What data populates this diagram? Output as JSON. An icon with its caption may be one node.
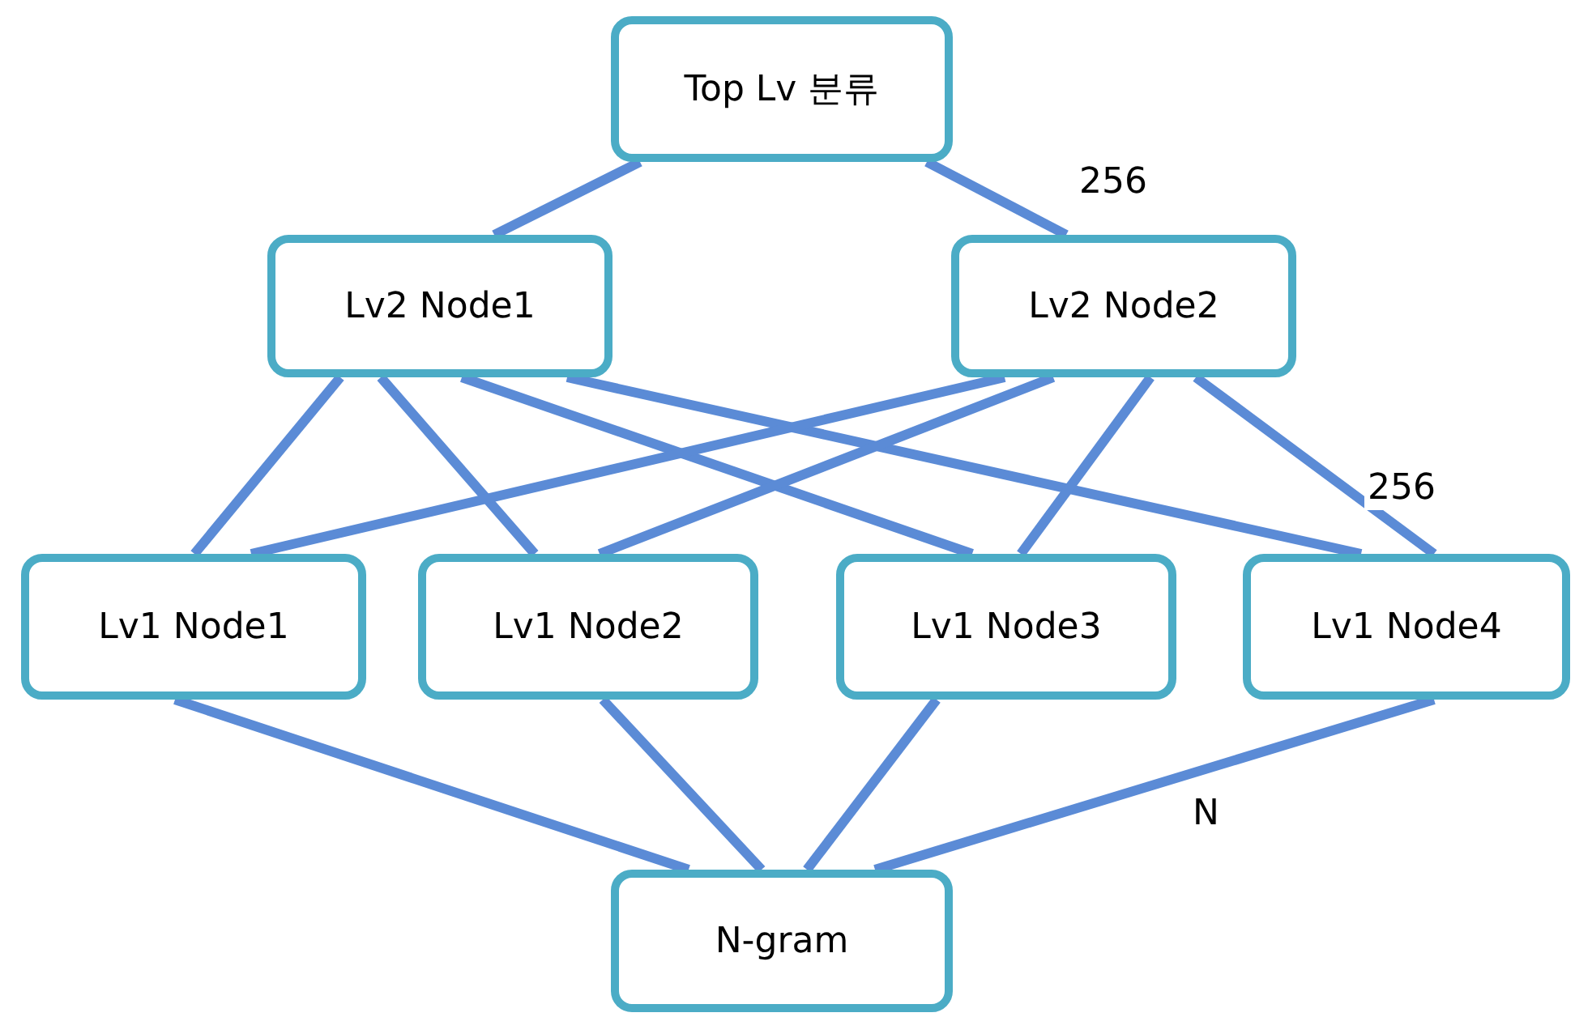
{
  "diagram": {
    "nodes": [
      {
        "text": [
          "Top Lv 분류"
        ]
      },
      {
        "text": [
          "Lv2 Node1"
        ]
      },
      {
        "text": [
          "Lv2 Node2"
        ]
      },
      {
        "text": [
          "Lv1 Node1"
        ]
      },
      {
        "text": [
          "Lv1 Node2"
        ]
      },
      {
        "text": [
          "Lv1 Node3"
        ]
      },
      {
        "text": [
          "Lv1 Node4"
        ]
      },
      {
        "text": [
          "N-gram"
        ]
      }
    ],
    "edges": [
      {
        "from": 0,
        "to": 1,
        "arrow": "none"
      },
      {
        "from": 0,
        "to": 2,
        "arrow": "none",
        "label": "256"
      },
      {
        "from": 1,
        "to": 3,
        "arrow": "none"
      },
      {
        "from": 1,
        "to": 4,
        "arrow": "none"
      },
      {
        "from": 1,
        "to": 5,
        "arrow": "none"
      },
      {
        "from": 1,
        "to": 6,
        "arrow": "none"
      },
      {
        "from": 2,
        "to": 3,
        "arrow": "none"
      },
      {
        "from": 2,
        "to": 4,
        "arrow": "none"
      },
      {
        "from": 2,
        "to": 5,
        "arrow": "none"
      },
      {
        "from": 2,
        "to": 6,
        "arrow": "none",
        "label": "256"
      },
      {
        "from": 3,
        "to": 7,
        "arrow": "none"
      },
      {
        "from": 4,
        "to": 7,
        "arrow": "none"
      },
      {
        "from": 5,
        "to": 7,
        "arrow": "none"
      },
      {
        "from": 6,
        "to": 7,
        "arrow": "none",
        "label": "N"
      }
    ]
  }
}
